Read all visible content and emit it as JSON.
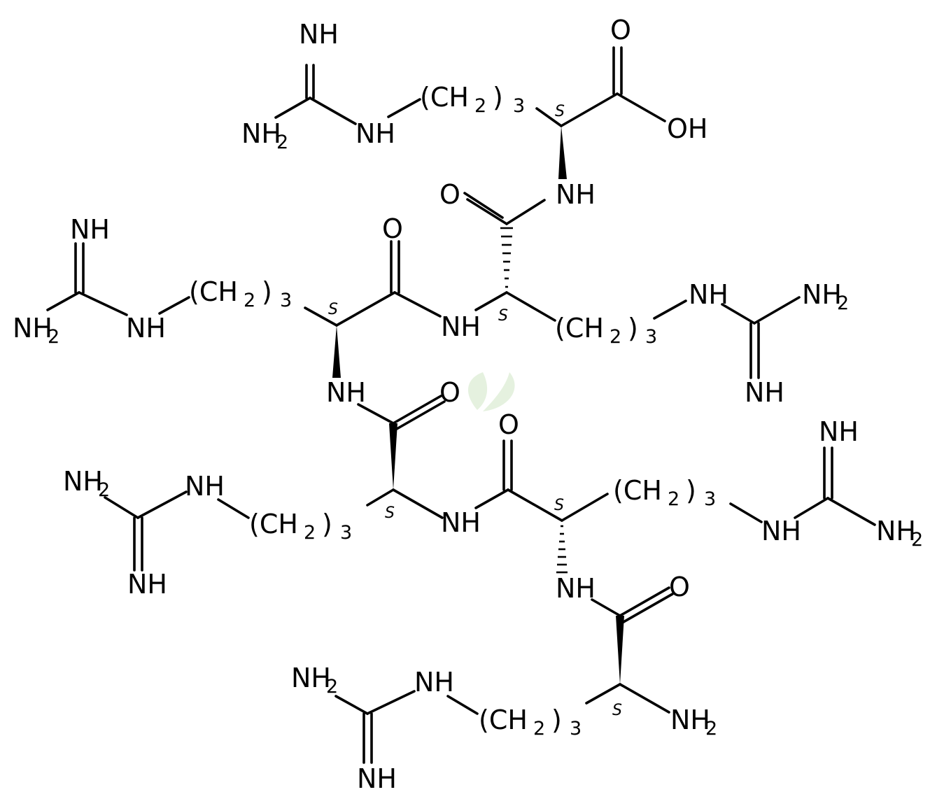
{
  "diagram": {
    "type": "chemical-structure",
    "atom_labels": {
      "nh": "NH",
      "nh2_main": "NH",
      "nh2_sub": "2",
      "o": "O",
      "oh": "OH",
      "ch2_open": "(CH",
      "ch2_sub": "2",
      "ch2_close": ")",
      "ch2_repeat": "3",
      "stereo_s": "S"
    },
    "colors": {
      "ink": "#000000",
      "watermark": "#cfe6c4"
    }
  }
}
